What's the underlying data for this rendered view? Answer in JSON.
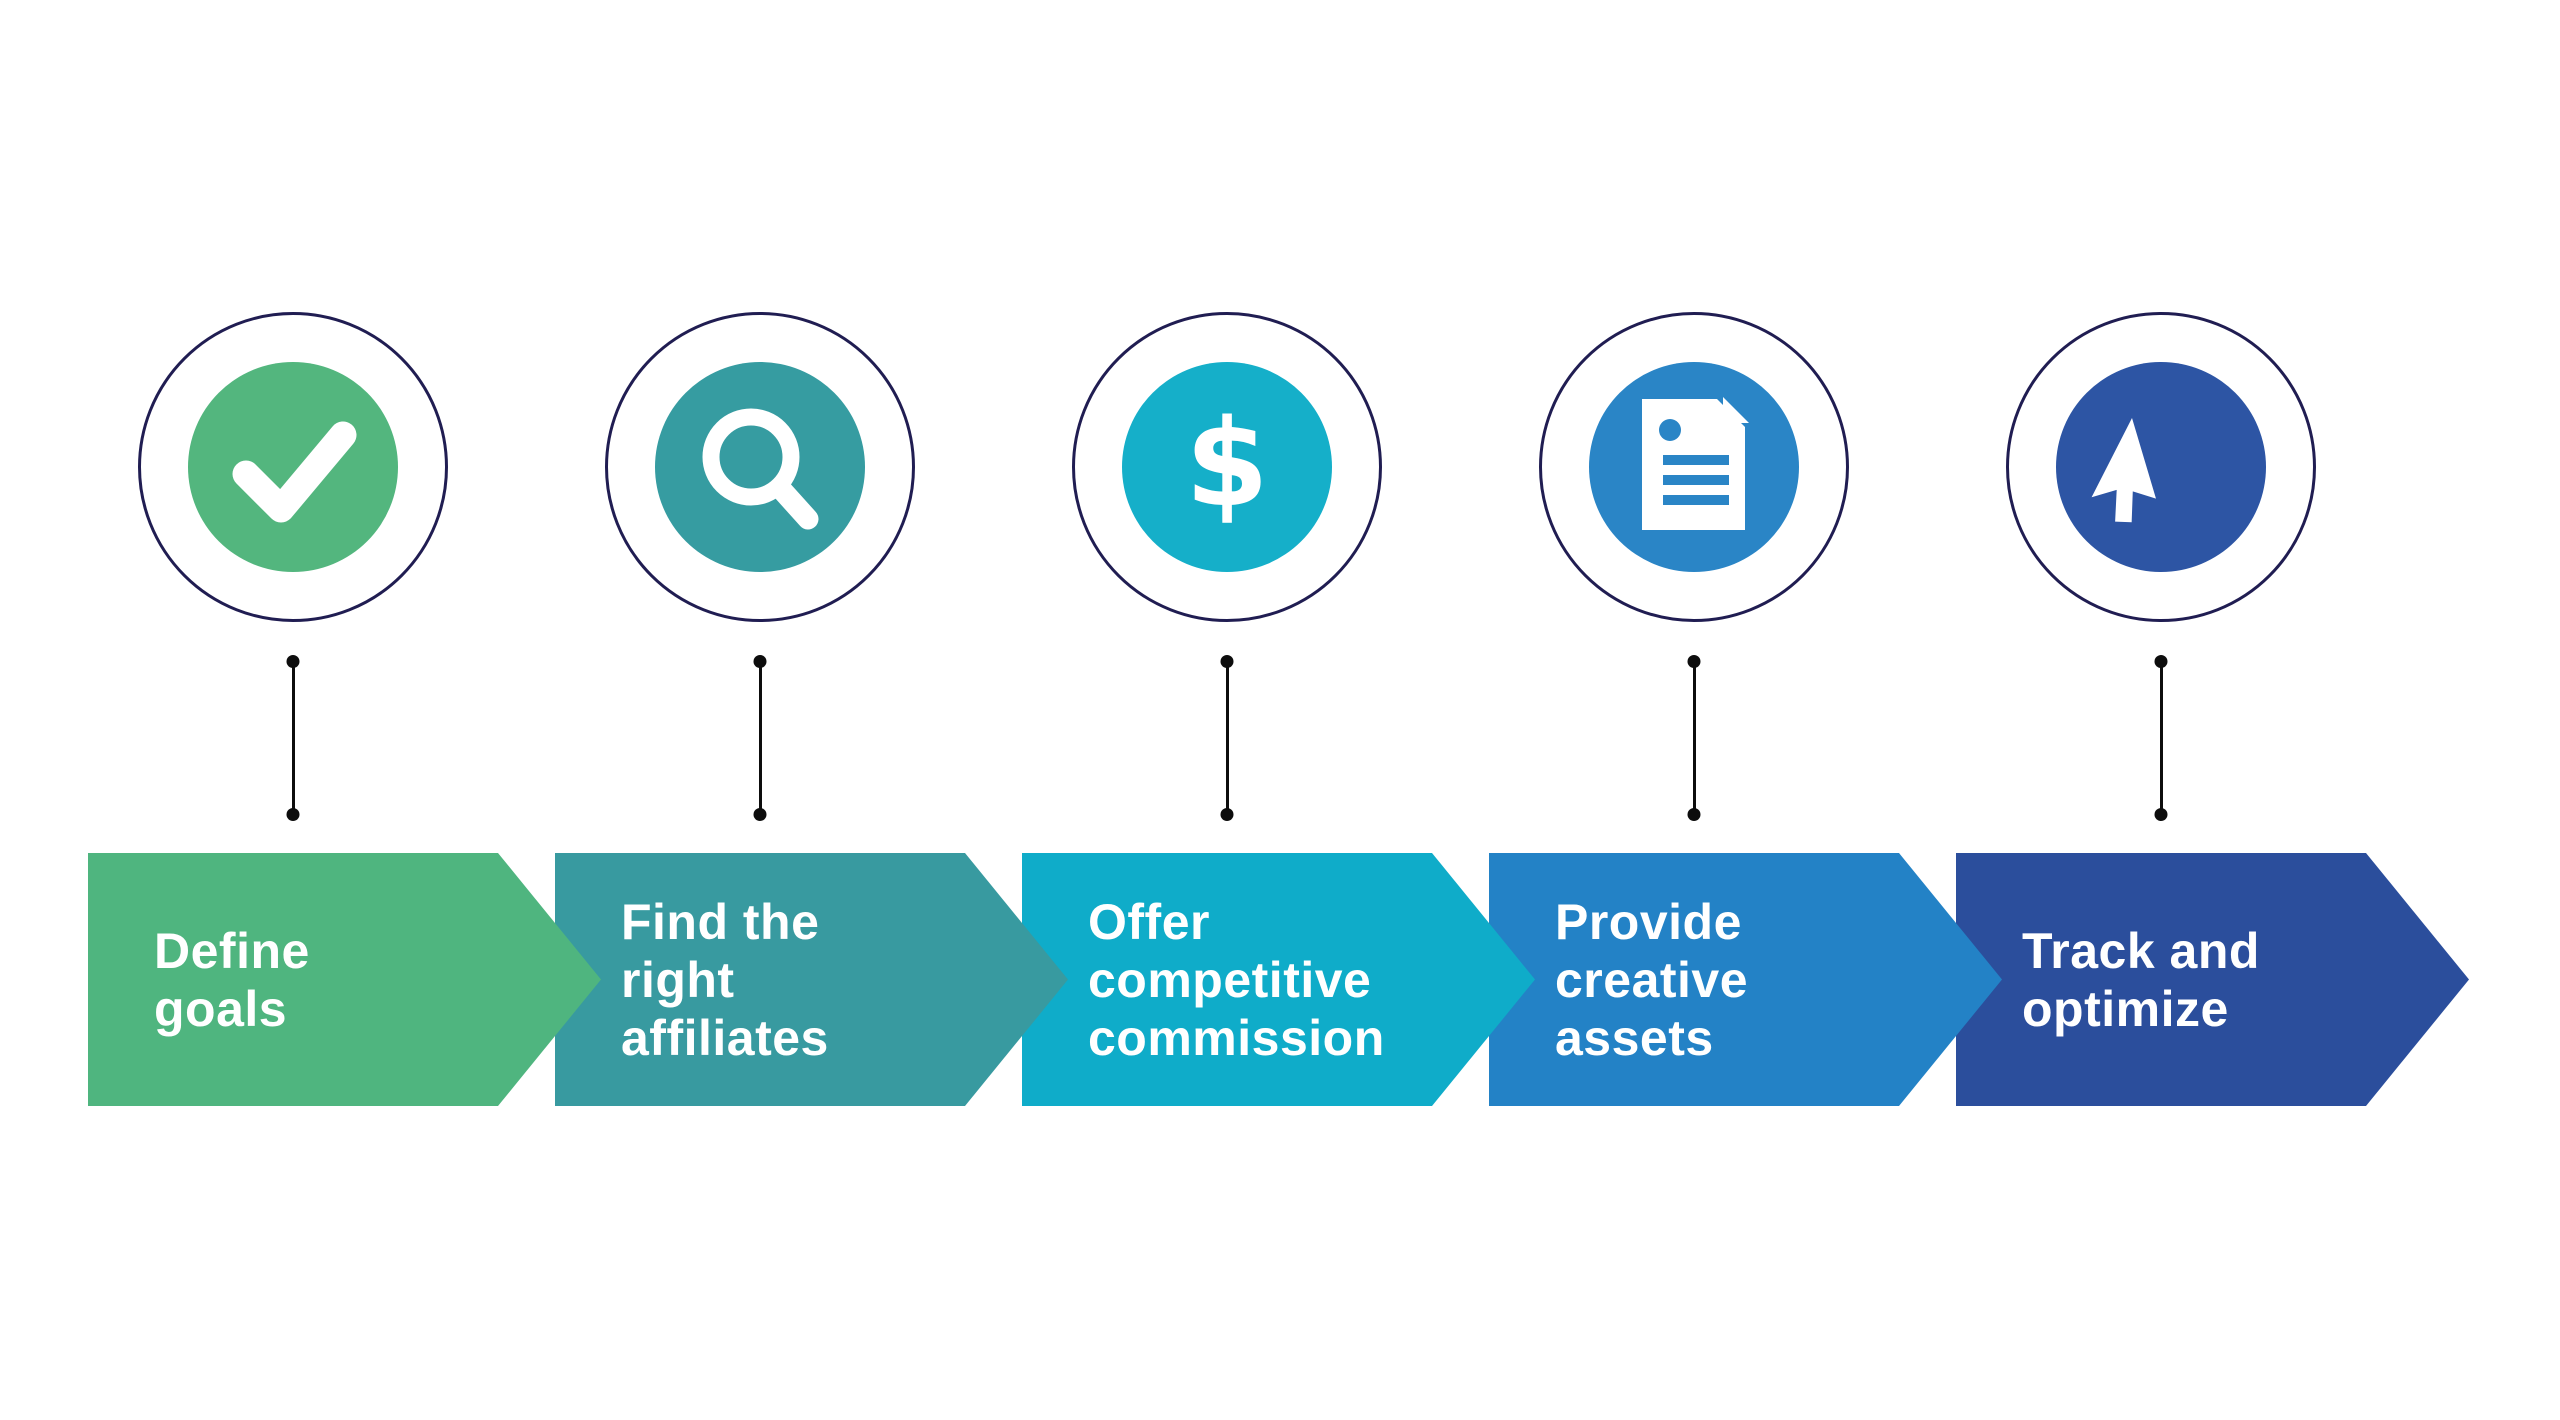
{
  "background": "#ffffff",
  "colors": {
    "ring_outline": "#201d52",
    "connector": "#0d0d0d",
    "label_text": "#ffffff"
  },
  "steps": [
    {
      "id": 1,
      "label": "Define goals",
      "lines": [
        "Define",
        "goals"
      ],
      "icon": "check-icon",
      "color": "#4FB57F",
      "icon_color": "#53B67E"
    },
    {
      "id": 2,
      "label": "Find the right affiliates",
      "lines": [
        "Find the",
        "right",
        "affiliates"
      ],
      "icon": "search-icon",
      "color": "#389AA0",
      "icon_color": "#369CA1"
    },
    {
      "id": 3,
      "label": "Offer competitive commission",
      "lines": [
        "Offer",
        "competitive",
        "commission"
      ],
      "icon": "dollar-icon",
      "color": "#0FACC9",
      "icon_color": "#15AFC9"
    },
    {
      "id": 4,
      "label": "Provide creative assets",
      "lines": [
        "Provide",
        "creative",
        "assets"
      ],
      "icon": "document-icon",
      "color": "#2382C6",
      "icon_color": "#2A85C6"
    },
    {
      "id": 5,
      "label": "Track and optimize",
      "lines": [
        "Track and",
        "optimize"
      ],
      "icon": "cursor-icon",
      "color": "#2B4E9C",
      "icon_color": "#2D55A4"
    }
  ]
}
